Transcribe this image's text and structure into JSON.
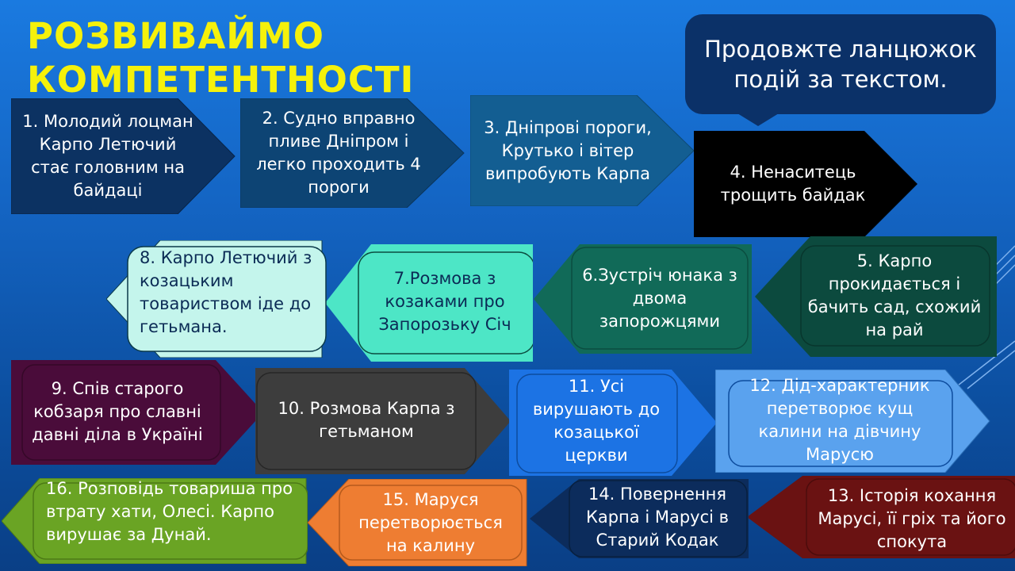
{
  "title": "РОЗВИВАЙМО КОМПЕТЕНТНОСТІ",
  "instruction": "Продовжте ланцюжок подій за текстом.",
  "colors": {
    "background": "#1565c8",
    "title": "#f5f10b",
    "bubble": "#0b3168"
  },
  "steps": [
    {
      "text": "1. Молодий лоцман Карпо Летючий  стає головним на байдаці",
      "color": "#0c3262"
    },
    {
      "text": "2. Судно вправно пливе Дніпром і легко проходить 4 пороги",
      "color": "#0d4474"
    },
    {
      "text": "3. Дніпрові пороги, Крутько і вітер випробують Карпа",
      "color": "#135e92"
    },
    {
      "text": "4. Ненаситець трощить байдак",
      "color": "#000000"
    },
    {
      "text": "5. Карпо прокидається і бачить сад, схожий на рай",
      "color": "#0c4a3e"
    },
    {
      "text": "6.Зустріч юнака з двома запорожцями",
      "color": "#116a58"
    },
    {
      "text": "7.Розмова з козаками про Запорозьку Січ",
      "color": "#4de6c6"
    },
    {
      "text": "8. Карпо Летючий з козацьким товариством іде до гетьмана.",
      "color": "#c4f5ec"
    },
    {
      "text": "9. Спів старого кобзаря про славні давні діла в Україні",
      "color": "#4a0c3a"
    },
    {
      "text": "10. Розмова Карпа з гетьманом",
      "color": "#3d3d3d"
    },
    {
      "text": "11. Усі вирушають до козацької церкви",
      "color": "#1c73e4"
    },
    {
      "text": "12. Дід-характерник перетворює кущ калини на дівчину Марусю",
      "color": "#5aa2ee"
    },
    {
      "text": "13. Історія кохання Марусі, її гріх та його спокута",
      "color": "#6a1212"
    },
    {
      "text": "14. Повернення Карпа і Марусі в Старий Кодак",
      "color": "#0c2c5c"
    },
    {
      "text": "15. Маруся перетворюється на калину",
      "color": "#ee7d32"
    },
    {
      "text": "16. Розповідь товариша про втрату хати, Олесі. Карпо вирушає за Дунай.",
      "color": "#6aa424"
    }
  ]
}
